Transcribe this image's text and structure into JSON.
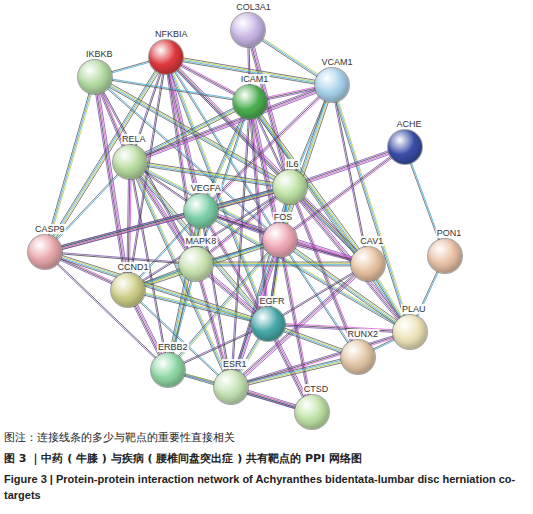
{
  "diagram": {
    "nodes": [
      {
        "text": [
          "COL3A1"
        ]
      },
      {
        "text": [
          "NFKBIA"
        ]
      },
      {
        "text": [
          "IKBKB"
        ]
      },
      {
        "text": [
          "ICAM1"
        ]
      },
      {
        "text": [
          "VCAM1"
        ]
      },
      {
        "text": [
          "ACHE"
        ]
      },
      {
        "text": [
          "RELA"
        ]
      },
      {
        "text": [
          "IL6"
        ]
      },
      {
        "text": [
          "VEGFA"
        ]
      },
      {
        "text": [
          "FOS"
        ]
      },
      {
        "text": [
          "MAPK8"
        ]
      },
      {
        "text": [
          "CAV1"
        ]
      },
      {
        "text": [
          "PON1"
        ]
      },
      {
        "text": [
          "CASP9"
        ]
      },
      {
        "text": [
          "CCND1"
        ]
      },
      {
        "text": [
          "EGFR"
        ]
      },
      {
        "text": [
          "PLAU"
        ]
      },
      {
        "text": [
          "RUNX2"
        ]
      },
      {
        "text": [
          "ERBB2"
        ]
      },
      {
        "text": [
          "ESR1"
        ]
      },
      {
        "text": [
          "CTSD"
        ]
      }
    ],
    "edges": [
      {
        "from": 0,
        "to": 3,
        "arrow": "none"
      },
      {
        "from": 0,
        "to": 4,
        "arrow": "none"
      },
      {
        "from": 0,
        "to": 7,
        "arrow": "none"
      },
      {
        "from": 1,
        "to": 2,
        "arrow": "none"
      },
      {
        "from": 1,
        "to": 3,
        "arrow": "none"
      },
      {
        "from": 1,
        "to": 4,
        "arrow": "none"
      },
      {
        "from": 1,
        "to": 6,
        "arrow": "none"
      },
      {
        "from": 1,
        "to": 7,
        "arrow": "none"
      },
      {
        "from": 1,
        "to": 8,
        "arrow": "none"
      },
      {
        "from": 1,
        "to": 9,
        "arrow": "none"
      },
      {
        "from": 1,
        "to": 10,
        "arrow": "none"
      },
      {
        "from": 1,
        "to": 13,
        "arrow": "none"
      },
      {
        "from": 1,
        "to": 14,
        "arrow": "none"
      },
      {
        "from": 1,
        "to": 15,
        "arrow": "none"
      },
      {
        "from": 1,
        "to": 11,
        "arrow": "none"
      },
      {
        "from": 2,
        "to": 3,
        "arrow": "none"
      },
      {
        "from": 2,
        "to": 6,
        "arrow": "none"
      },
      {
        "from": 2,
        "to": 7,
        "arrow": "none"
      },
      {
        "from": 2,
        "to": 10,
        "arrow": "none"
      },
      {
        "from": 2,
        "to": 13,
        "arrow": "none"
      },
      {
        "from": 2,
        "to": 14,
        "arrow": "none"
      },
      {
        "from": 2,
        "to": 9,
        "arrow": "none"
      },
      {
        "from": 3,
        "to": 4,
        "arrow": "none"
      },
      {
        "from": 3,
        "to": 6,
        "arrow": "none"
      },
      {
        "from": 3,
        "to": 7,
        "arrow": "none"
      },
      {
        "from": 3,
        "to": 8,
        "arrow": "none"
      },
      {
        "from": 3,
        "to": 9,
        "arrow": "none"
      },
      {
        "from": 3,
        "to": 10,
        "arrow": "none"
      },
      {
        "from": 3,
        "to": 15,
        "arrow": "none"
      },
      {
        "from": 3,
        "to": 11,
        "arrow": "none"
      },
      {
        "from": 3,
        "to": 19,
        "arrow": "none"
      },
      {
        "from": 3,
        "to": 16,
        "arrow": "none"
      },
      {
        "from": 4,
        "to": 6,
        "arrow": "none"
      },
      {
        "from": 4,
        "to": 7,
        "arrow": "none"
      },
      {
        "from": 4,
        "to": 8,
        "arrow": "none"
      },
      {
        "from": 4,
        "to": 9,
        "arrow": "none"
      },
      {
        "from": 4,
        "to": 11,
        "arrow": "none"
      },
      {
        "from": 4,
        "to": 16,
        "arrow": "none"
      },
      {
        "from": 5,
        "to": 7,
        "arrow": "none"
      },
      {
        "from": 5,
        "to": 12,
        "arrow": "none"
      },
      {
        "from": 5,
        "to": 9,
        "arrow": "none"
      },
      {
        "from": 6,
        "to": 7,
        "arrow": "none"
      },
      {
        "from": 6,
        "to": 8,
        "arrow": "none"
      },
      {
        "from": 6,
        "to": 9,
        "arrow": "none"
      },
      {
        "from": 6,
        "to": 10,
        "arrow": "none"
      },
      {
        "from": 6,
        "to": 13,
        "arrow": "none"
      },
      {
        "from": 6,
        "to": 14,
        "arrow": "none"
      },
      {
        "from": 6,
        "to": 15,
        "arrow": "none"
      },
      {
        "from": 6,
        "to": 18,
        "arrow": "none"
      },
      {
        "from": 6,
        "to": 19,
        "arrow": "none"
      },
      {
        "from": 7,
        "to": 8,
        "arrow": "none"
      },
      {
        "from": 7,
        "to": 9,
        "arrow": "none"
      },
      {
        "from": 7,
        "to": 10,
        "arrow": "none"
      },
      {
        "from": 7,
        "to": 11,
        "arrow": "none"
      },
      {
        "from": 7,
        "to": 14,
        "arrow": "none"
      },
      {
        "from": 7,
        "to": 15,
        "arrow": "none"
      },
      {
        "from": 7,
        "to": 16,
        "arrow": "none"
      },
      {
        "from": 7,
        "to": 19,
        "arrow": "none"
      },
      {
        "from": 7,
        "to": 17,
        "arrow": "none"
      },
      {
        "from": 7,
        "to": 13,
        "arrow": "none"
      },
      {
        "from": 8,
        "to": 9,
        "arrow": "none"
      },
      {
        "from": 8,
        "to": 10,
        "arrow": "none"
      },
      {
        "from": 8,
        "to": 11,
        "arrow": "none"
      },
      {
        "from": 8,
        "to": 14,
        "arrow": "none"
      },
      {
        "from": 8,
        "to": 15,
        "arrow": "none"
      },
      {
        "from": 8,
        "to": 18,
        "arrow": "none"
      },
      {
        "from": 8,
        "to": 19,
        "arrow": "none"
      },
      {
        "from": 8,
        "to": 16,
        "arrow": "none"
      },
      {
        "from": 8,
        "to": 13,
        "arrow": "none"
      },
      {
        "from": 9,
        "to": 10,
        "arrow": "none"
      },
      {
        "from": 9,
        "to": 11,
        "arrow": "none"
      },
      {
        "from": 9,
        "to": 14,
        "arrow": "none"
      },
      {
        "from": 9,
        "to": 15,
        "arrow": "none"
      },
      {
        "from": 9,
        "to": 18,
        "arrow": "none"
      },
      {
        "from": 9,
        "to": 19,
        "arrow": "none"
      },
      {
        "from": 9,
        "to": 17,
        "arrow": "none"
      },
      {
        "from": 9,
        "to": 20,
        "arrow": "none"
      },
      {
        "from": 9,
        "to": 16,
        "arrow": "none"
      },
      {
        "from": 10,
        "to": 13,
        "arrow": "none"
      },
      {
        "from": 10,
        "to": 14,
        "arrow": "none"
      },
      {
        "from": 10,
        "to": 15,
        "arrow": "none"
      },
      {
        "from": 10,
        "to": 18,
        "arrow": "none"
      },
      {
        "from": 10,
        "to": 19,
        "arrow": "none"
      },
      {
        "from": 10,
        "to": 11,
        "arrow": "none"
      },
      {
        "from": 11,
        "to": 15,
        "arrow": "none"
      },
      {
        "from": 11,
        "to": 16,
        "arrow": "none"
      },
      {
        "from": 11,
        "to": 19,
        "arrow": "none"
      },
      {
        "from": 12,
        "to": 16,
        "arrow": "none"
      },
      {
        "from": 13,
        "to": 14,
        "arrow": "none"
      },
      {
        "from": 13,
        "to": 15,
        "arrow": "none"
      },
      {
        "from": 13,
        "to": 18,
        "arrow": "none"
      },
      {
        "from": 14,
        "to": 15,
        "arrow": "none"
      },
      {
        "from": 14,
        "to": 18,
        "arrow": "none"
      },
      {
        "from": 14,
        "to": 19,
        "arrow": "none"
      },
      {
        "from": 15,
        "to": 16,
        "arrow": "none"
      },
      {
        "from": 15,
        "to": 17,
        "arrow": "none"
      },
      {
        "from": 15,
        "to": 18,
        "arrow": "none"
      },
      {
        "from": 15,
        "to": 19,
        "arrow": "none"
      },
      {
        "from": 15,
        "to": 20,
        "arrow": "none"
      },
      {
        "from": 16,
        "to": 17,
        "arrow": "none"
      },
      {
        "from": 16,
        "to": 19,
        "arrow": "none"
      },
      {
        "from": 17,
        "to": 19,
        "arrow": "none"
      },
      {
        "from": 18,
        "to": 19,
        "arrow": "none"
      },
      {
        "from": 18,
        "to": 20,
        "arrow": "none"
      },
      {
        "from": 19,
        "to": 20,
        "arrow": "none"
      }
    ],
    "labels": [
      "图注：连接线条的多少与靶点的重要性直接相关",
      "图 3 ｜中药 ( 牛膝 ) 与疾病 ( 腰椎间盘突出症 ) 共有靶点的 PPI 网络图",
      "Figure 3 | Protein-protein interaction network of Achyranthes bidentata-lumbar disc herniation co-targets"
    ]
  }
}
